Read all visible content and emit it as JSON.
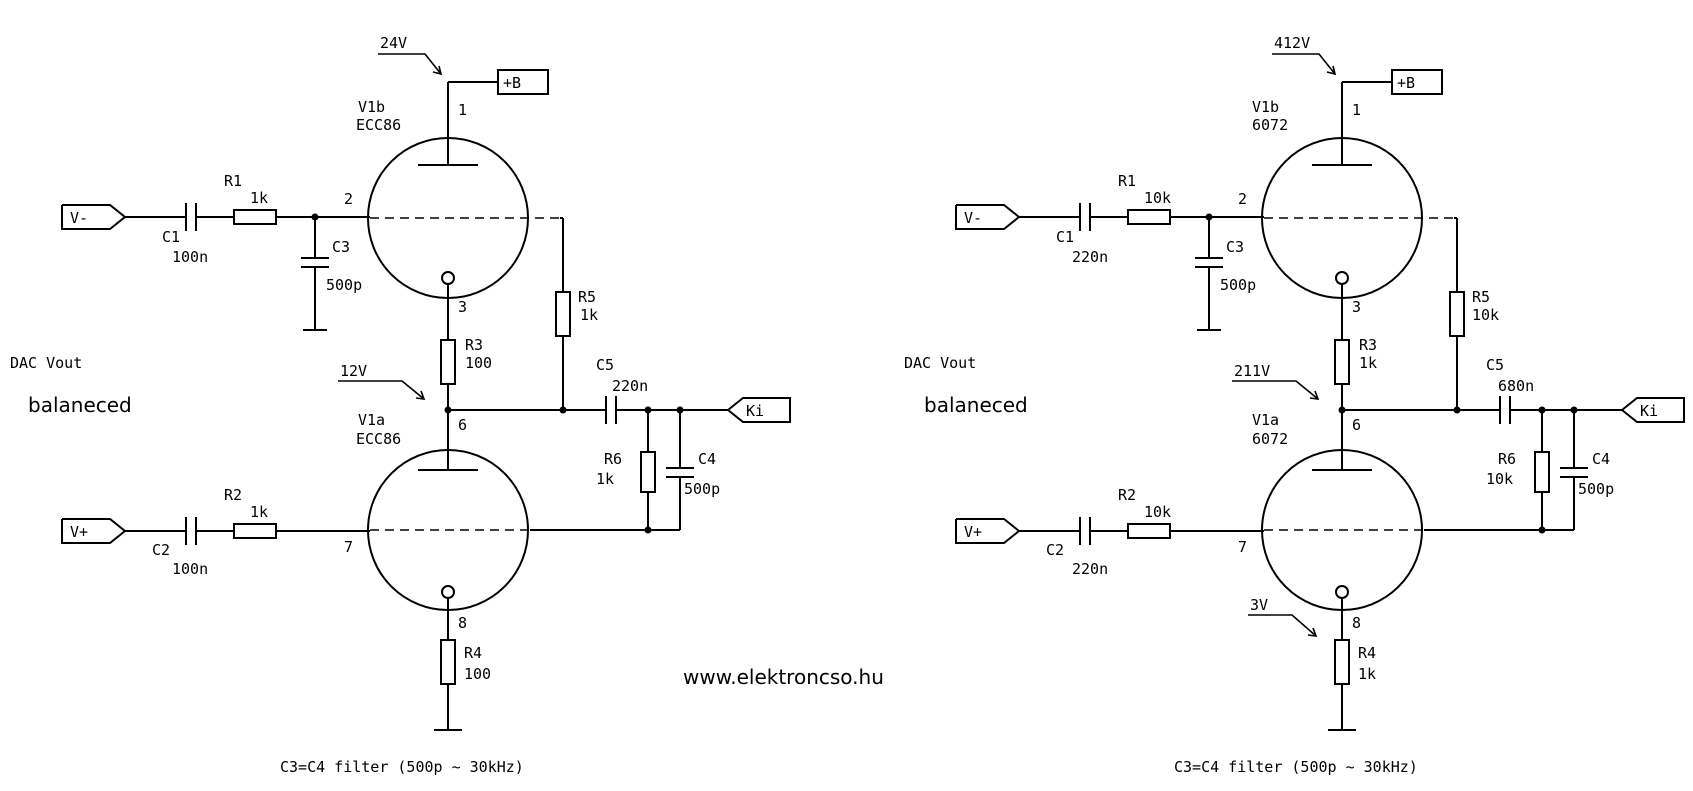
{
  "title_text": "DAC Vout",
  "subtitle_text": "balaneced",
  "website": "www.elektroncso.hu",
  "circuits": [
    {
      "supply": "24V",
      "mid_voltage": "12V",
      "cathode_voltage": "",
      "supply_label": "+B",
      "in_minus": "V-",
      "in_plus": "V+",
      "out_label": "Ki",
      "v1b_name": "V1b",
      "v1b_type": "ECC86",
      "v1a_name": "V1a",
      "v1a_type": "ECC86",
      "pin1": "1",
      "pin2": "2",
      "pin3": "3",
      "pin6": "6",
      "pin7": "7",
      "pin8": "8",
      "r1": "R1",
      "r1_val": "1k",
      "r2": "R2",
      "r2_val": "1k",
      "r3": "R3",
      "r3_val": "100",
      "r4": "R4",
      "r4_val": "100",
      "r5": "R5",
      "r5_val": "1k",
      "r6": "R6",
      "r6_val": "1k",
      "c1": "C1",
      "c1_val": "100n",
      "c2": "C2",
      "c2_val": "100n",
      "c3": "C3",
      "c3_val": "500p",
      "c4": "C4",
      "c4_val": "500p",
      "c5": "C5",
      "c5_val": "220n",
      "footer": "C3=C4 filter (500p ~ 30kHz)"
    },
    {
      "supply": "412V",
      "mid_voltage": "211V",
      "cathode_voltage": "3V",
      "supply_label": "+B",
      "in_minus": "V-",
      "in_plus": "V+",
      "out_label": "Ki",
      "v1b_name": "V1b",
      "v1b_type": "6072",
      "v1a_name": "V1a",
      "v1a_type": "6072",
      "pin1": "1",
      "pin2": "2",
      "pin3": "3",
      "pin6": "6",
      "pin7": "7",
      "pin8": "8",
      "r1": "R1",
      "r1_val": "10k",
      "r2": "R2",
      "r2_val": "10k",
      "r3": "R3",
      "r3_val": "1k",
      "r4": "R4",
      "r4_val": "1k",
      "r5": "R5",
      "r5_val": "10k",
      "r6": "R6",
      "r6_val": "10k",
      "c1": "C1",
      "c1_val": "220n",
      "c2": "C2",
      "c2_val": "220n",
      "c3": "C3",
      "c3_val": "500p",
      "c4": "C4",
      "c4_val": "500p",
      "c5": "C5",
      "c5_val": "680n",
      "footer": "C3=C4 filter (500p ~ 30kHz)"
    }
  ]
}
